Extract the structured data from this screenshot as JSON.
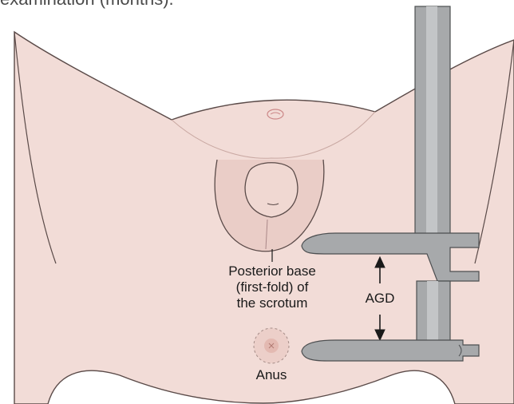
{
  "heading": "examination (months).",
  "labels": {
    "posterior_base": [
      "Posterior base",
      "(first-fold) of",
      "the scrotum"
    ],
    "agd": "AGD",
    "anus": "Anus"
  },
  "colors": {
    "skin": "#f2dcd7",
    "skin_shadow": "#e8c8c2",
    "outline": "#5a4a48",
    "caliper": "#a7a9ab",
    "caliper_dark": "#7d7f81"
  }
}
